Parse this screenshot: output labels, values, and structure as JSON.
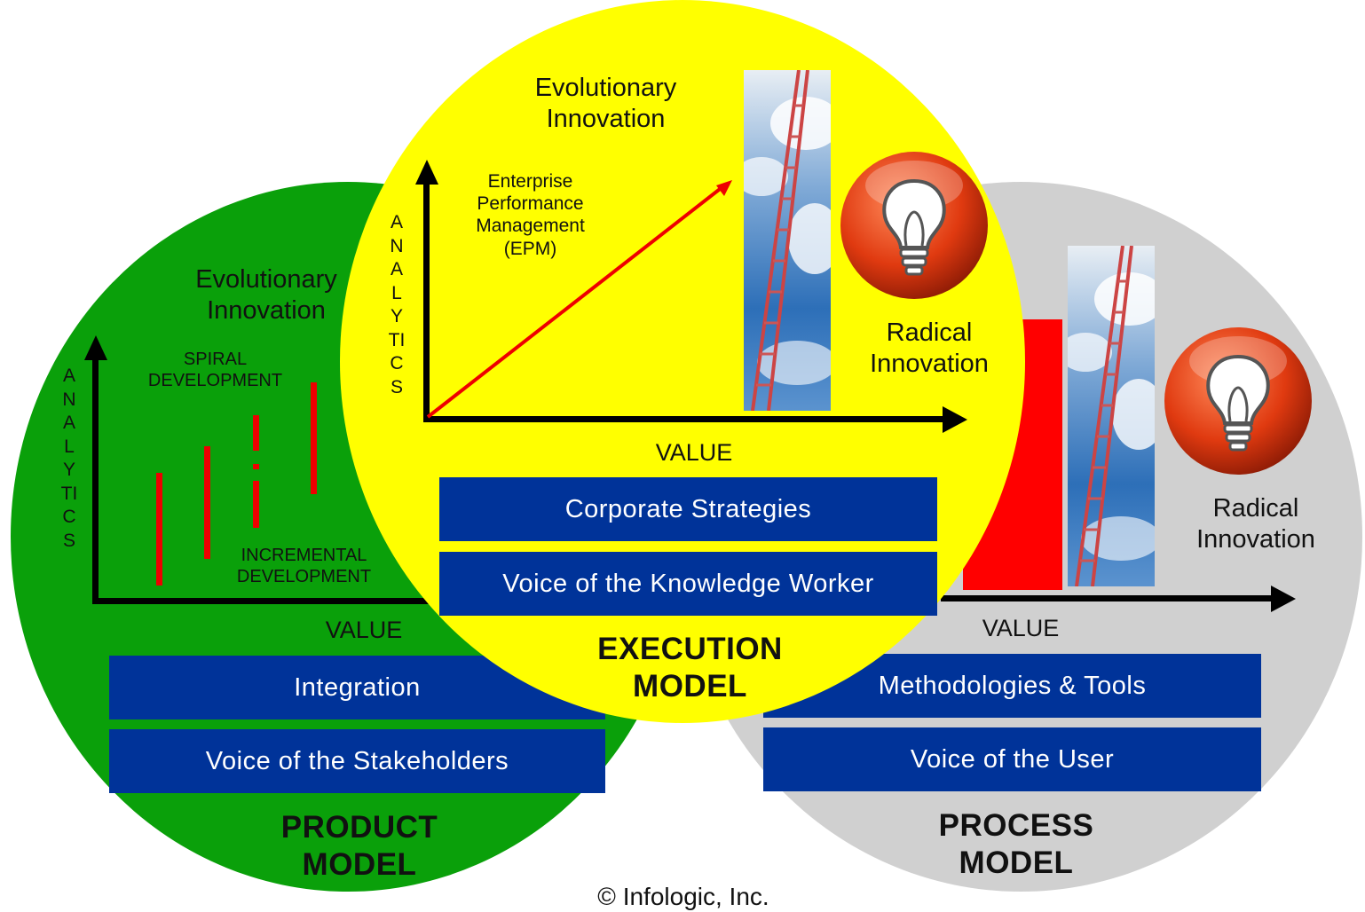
{
  "colors": {
    "product_circle": "#0aa00a",
    "execution_circle": "#ffff00",
    "process_circle": "#d0d0d0",
    "box_fill": "#003399",
    "arrow_red": "#ee0000",
    "bar_red": "#ff0000"
  },
  "product": {
    "heading": "Evolutionary Innovation",
    "axis_y": "ANALYTICS",
    "axis_x": "VALUE",
    "spiral": "SPIRAL DEVELOPMENT",
    "incremental": "INCREMENTAL DEVELOPMENT",
    "box1": "Integration",
    "box2": "Voice of the Stakeholders",
    "model": "PRODUCT MODEL"
  },
  "execution": {
    "heading": "Evolutionary Innovation",
    "axis_y": "ANALYTICS",
    "axis_x": "VALUE",
    "epm": "Enterprise Performance Management (EPM)",
    "radical": "Radical Innovation",
    "box1": "Corporate Strategies",
    "box2": "Voice of the Knowledge Worker",
    "model": "EXECUTION MODEL",
    "icons": [
      "ladder-sky-image",
      "lightbulb-icon"
    ]
  },
  "process": {
    "axis_x": "VALUE",
    "radical": "Radical Innovation",
    "box1": "Methodologies & Tools",
    "box2": "Voice of the User",
    "model": "PROCESS MODEL",
    "icons": [
      "ladder-sky-image",
      "lightbulb-icon"
    ]
  },
  "copyright": "© Infologic, Inc."
}
